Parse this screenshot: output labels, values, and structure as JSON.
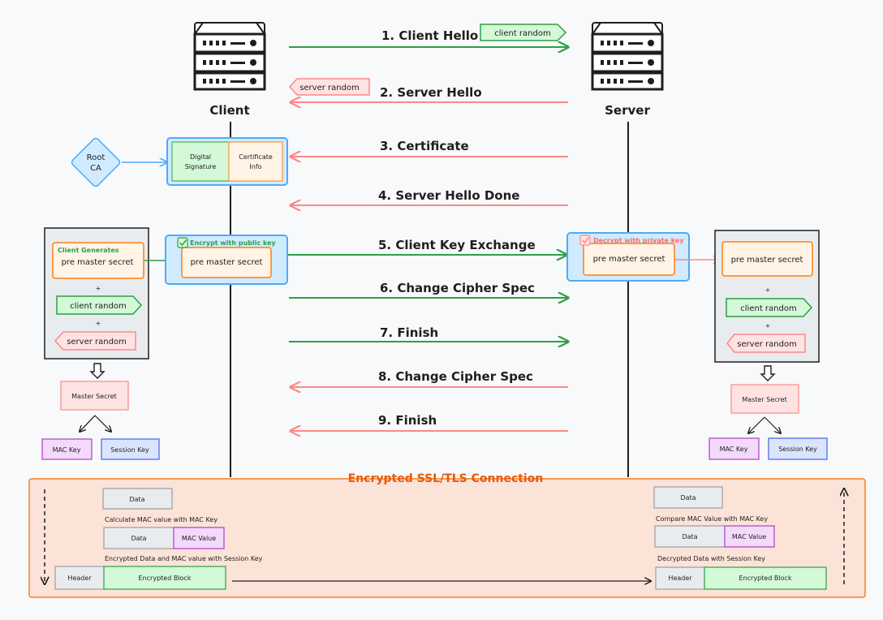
{
  "actors": {
    "client": "Client",
    "server": "Server"
  },
  "steps": [
    "1. Client Hello",
    "2. Server Hello",
    "3. Certificate",
    "4. Server Hello Done",
    "5. Client Key Exchange",
    "6. Change  Cipher Spec",
    "7. Finish",
    "8. Change Cipher Spec",
    "9. Finish"
  ],
  "tags": {
    "client_random": "client random",
    "server_random": "server random"
  },
  "root_ca": {
    "line1": "Root",
    "line2": "CA"
  },
  "certificate": {
    "sig_line1": "Digital",
    "sig_line2": "Signature",
    "info_line1": "Certificate",
    "info_line2": "Info"
  },
  "client_gen": {
    "header": "Client Generates",
    "pms": "pre master secret",
    "plus": "+",
    "client_random": "client random",
    "server_random": "server random"
  },
  "encrypt": {
    "label": "Encrypt with public key",
    "pms": "pre master secret"
  },
  "decrypt": {
    "label": "Decrypt with private key",
    "pms": "pre master secret"
  },
  "server_gen": {
    "pms": "pre master secret",
    "plus": "+",
    "client_random": "client random",
    "server_random": "server random"
  },
  "keys": {
    "master": "Master Secret",
    "mac": "MAC Key",
    "session": "Session Key"
  },
  "connection": {
    "title": "Encrypted SSL/TLS Connection",
    "data": "Data",
    "calc_mac": "Calculate MAC value with MAC Key",
    "compare_mac": "Compare MAC Value with MAC Key",
    "mac_value": "MAC Value",
    "encrypted_desc": "Encrypted Data and MAC value with Session Key",
    "decrypted_desc": "Decrypted Data with Session Key",
    "header": "Header",
    "encrypted_block": "Encrypted Block"
  },
  "colors": {
    "green": "#2f9e44",
    "red": "#ff8787",
    "blue": "#4dabf7",
    "orange": "#fd7e14",
    "purple": "#ae3ec9",
    "indigo": "#4263eb"
  }
}
